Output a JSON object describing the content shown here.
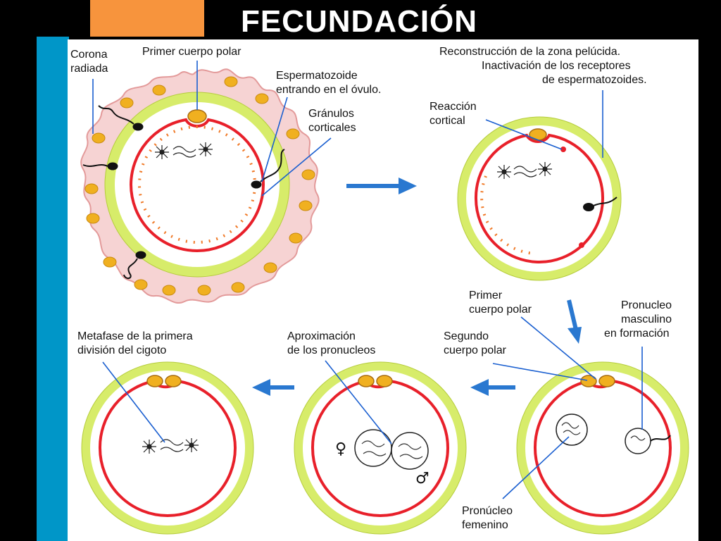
{
  "title": "FECUNDACIÓN",
  "labels": {
    "corona_1": "Corona",
    "corona_2": "radiada",
    "primer_cuerpo_polar": "Primer cuerpo polar",
    "espermatozoide_1": "Espermatozoide",
    "espermatozoide_2": "entrando en el óvulo.",
    "granulos_1": "Gránulos",
    "granulos_2": "corticales",
    "reconstruccion_1": "Reconstrucción de la zona pelúcida.",
    "reconstruccion_2": "Inactivación de los receptores",
    "reconstruccion_3": "de espermatozoides.",
    "reaccion_1": "Reacción",
    "reaccion_2": "cortical",
    "primer_cuerpo_polar2_1": "Primer",
    "primer_cuerpo_polar2_2": "cuerpo polar",
    "pronucleo_masc_1": "Pronucleo",
    "pronucleo_masc_2": "masculino",
    "pronucleo_masc_3": "en formación",
    "segundo_cuerpo_1": "Segundo",
    "segundo_cuerpo_2": "cuerpo polar",
    "aproximacion_1": "Aproximación",
    "aproximacion_2": "de los pronucleos",
    "metafase_1": "Metafase de la primera",
    "metafase_2": "división del cigoto",
    "pronucleo_fem_1": "Pronúcleo",
    "pronucleo_fem_2": "femenino"
  },
  "symbols": {
    "female": "♀",
    "male": "♂"
  },
  "colors": {
    "background": "#000000",
    "orange_block": "#f7943d",
    "blue_strip": "#0096c8",
    "panel": "#ffffff",
    "zona_pelucida": "#d7ec6a",
    "membrane": "#e8202a",
    "corona_cells": "#f4c8c8",
    "granules": "#f07a28",
    "polar_body": "#f0b020",
    "arrow": "#2a78d0",
    "pointer_line": "#1a5fd0"
  }
}
